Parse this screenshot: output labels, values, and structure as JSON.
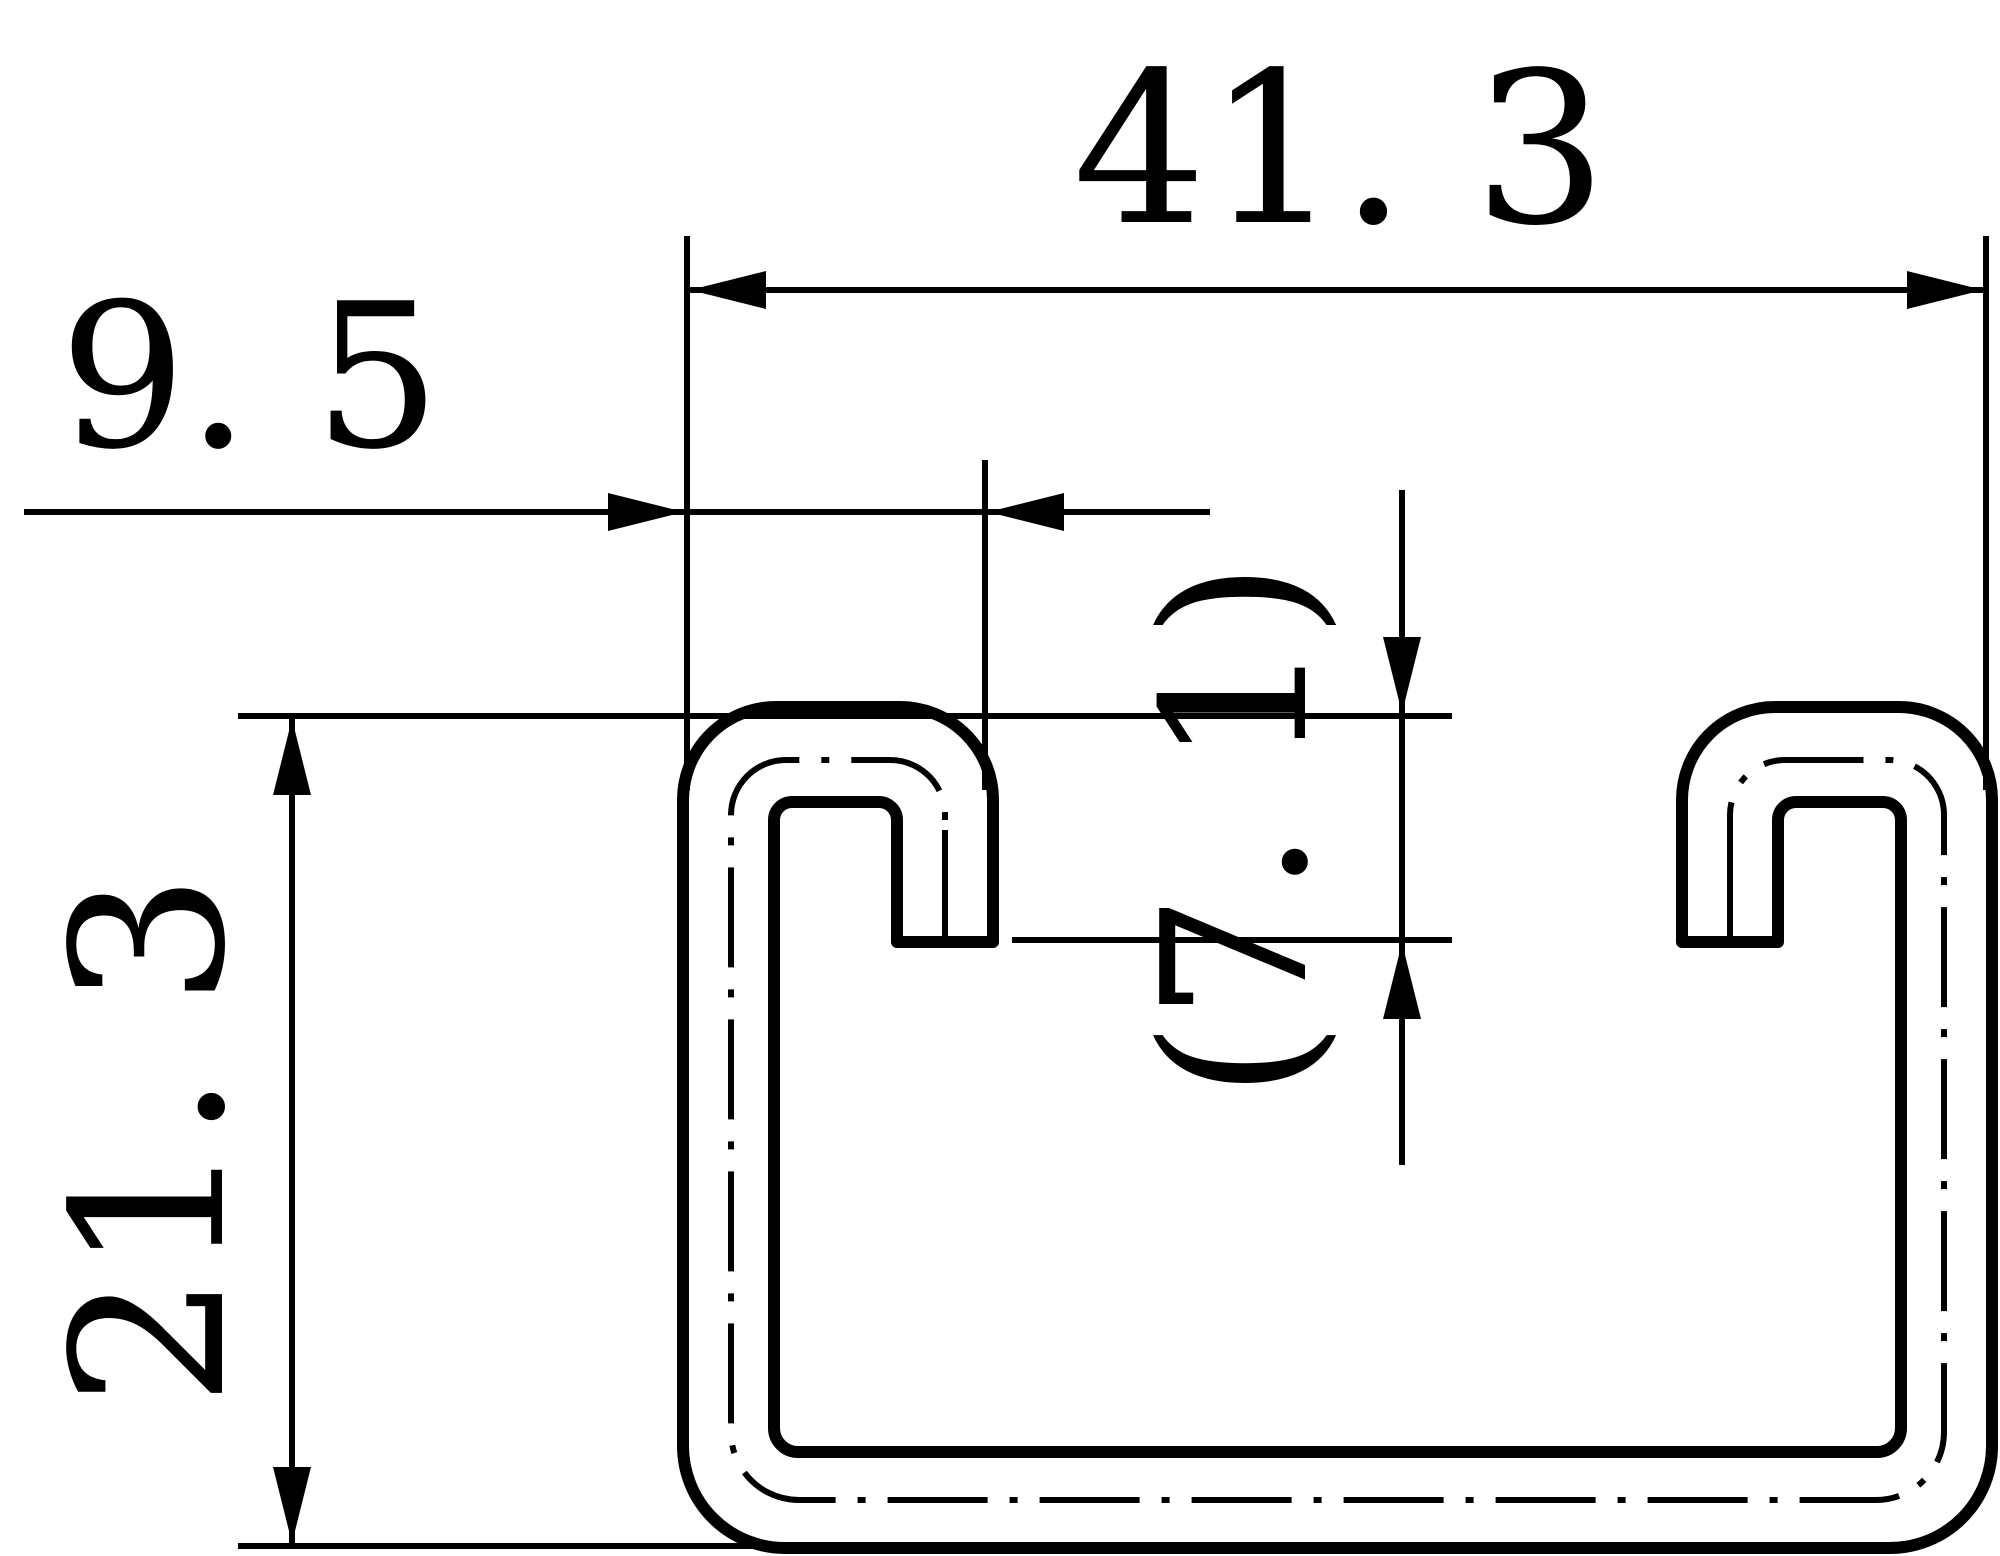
{
  "diagram": {
    "type": "channel-profile-cross-section",
    "dimensions": {
      "overall_width": "41. 3",
      "overall_height": "21. 3",
      "lip_offset": "9. 5",
      "slot_depth_reference": "(7. 1)"
    },
    "colors": {
      "line": "#000000",
      "background": "#ffffff"
    }
  }
}
